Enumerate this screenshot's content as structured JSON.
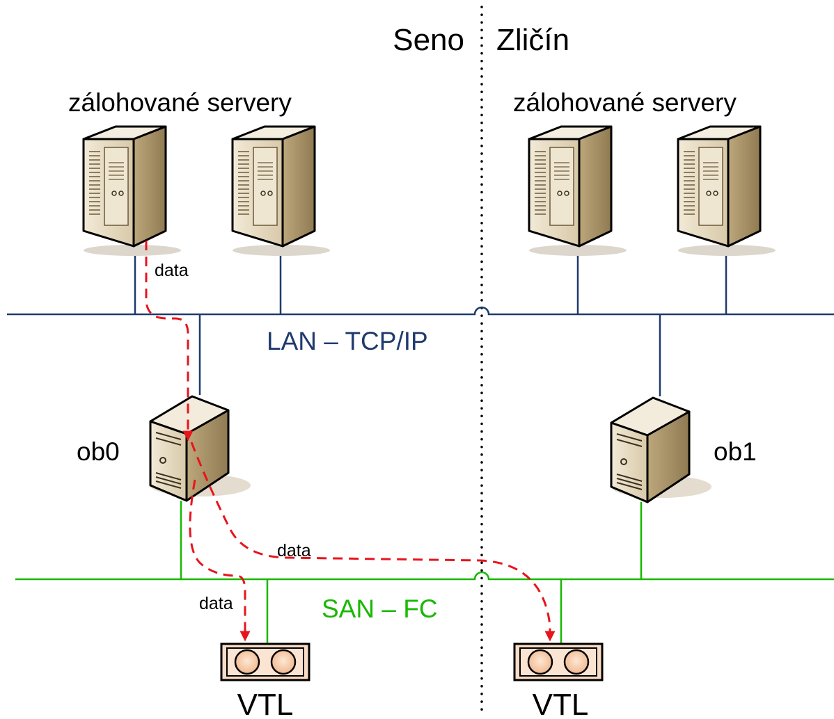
{
  "sites": {
    "left": "Seno",
    "right": "Zličín"
  },
  "groups": {
    "left_servers_label": "zálohované servery",
    "right_servers_label": "zálohované servery"
  },
  "networks": {
    "lan": {
      "label": "LAN – TCP/IP",
      "color": "#1f3a6e"
    },
    "san": {
      "label": "SAN – FC",
      "color": "#18b800"
    }
  },
  "nodes": {
    "backup_left": "ob0",
    "backup_right": "ob1",
    "vtl_left": "VTL",
    "vtl_right": "VTL"
  },
  "flows": {
    "label_server_to_ob0": "data",
    "label_ob0_to_remote_vtl": "data",
    "label_ob0_to_local_vtl": "data",
    "color": "#e8141c"
  },
  "icons": {
    "server": "tower-server-icon",
    "backup_server": "backup-server-icon",
    "vtl": "tape-library-icon"
  }
}
